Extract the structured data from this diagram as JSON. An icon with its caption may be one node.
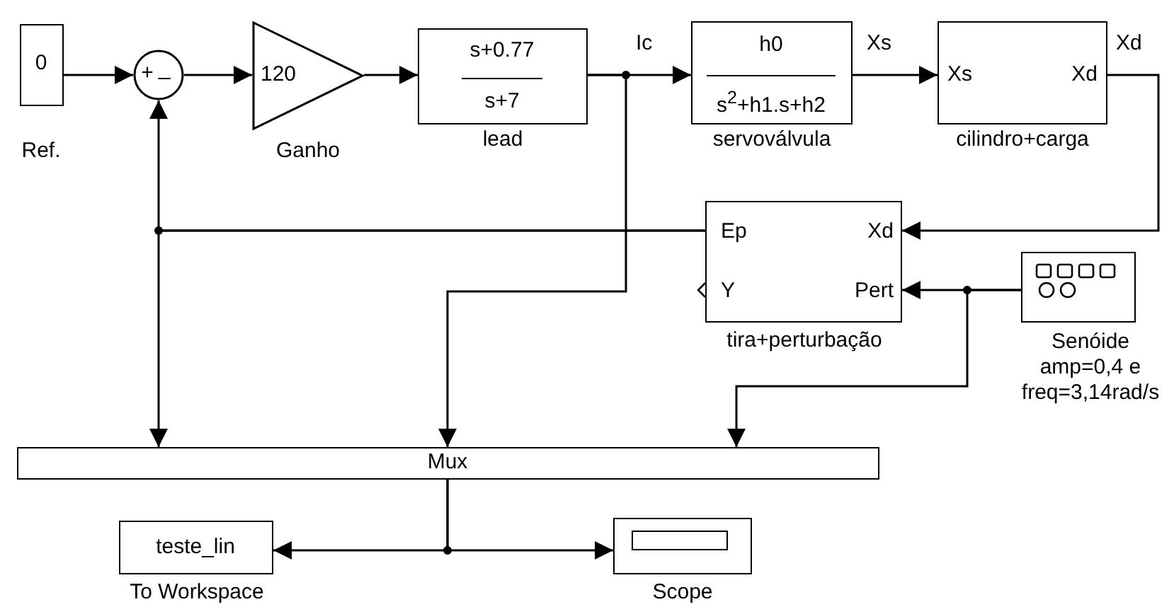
{
  "diagram": {
    "nodes": [
      {
        "text": [
          "0"
        ],
        "beside": [
          "Ref."
        ]
      },
      {
        "text": [
          "+",
          "_"
        ]
      },
      {
        "text": [
          "120"
        ],
        "beside": [
          "Ganho"
        ]
      },
      {
        "text": [
          "s+0.77",
          "s+7"
        ],
        "beside": [
          "lead"
        ]
      },
      {
        "text": [
          "h0",
          "s$^{2}$+h1.s+h2"
        ],
        "beside": [
          "servoválvula"
        ]
      },
      {
        "text": [
          "Xs",
          "Xd"
        ],
        "beside": [
          "cilindro+carga"
        ]
      },
      {
        "text": [
          "Ep",
          "Xd",
          "Y",
          "Pert"
        ],
        "beside": [
          "tira+perturbação"
        ]
      },
      {
        "text": [],
        "shape": "box",
        "beside": [
          "Senóide amp=0,4 e freq=3,14rad/s"
        ]
      },
      {
        "text": [
          "Mux"
        ]
      },
      {
        "text": [
          "teste_lin"
        ],
        "beside": [
          "To Workspace"
        ]
      },
      {
        "text": [],
        "shape": "box",
        "beside": [
          "Scope"
        ]
      }
    ],
    "edges": [
      {
        "from": 0,
        "to": 1,
        "arrow": "to"
      },
      {
        "from": 1,
        "to": 2,
        "arrow": "to"
      },
      {
        "from": 2,
        "to": 3,
        "arrow": "to"
      },
      {
        "from": 3,
        "to": 4,
        "arrow": "to",
        "label": "Ic"
      },
      {
        "from": 3,
        "to": 8,
        "arrow": "to"
      },
      {
        "from": 4,
        "to": 5,
        "arrow": "to",
        "label": "Xs"
      },
      {
        "from": 5,
        "to": 6,
        "arrow": "to",
        "label": "Xd"
      },
      {
        "from": 6,
        "to": 1,
        "arrow": "to"
      },
      {
        "from": 6,
        "to": 8,
        "arrow": "to"
      },
      {
        "from": 7,
        "to": 6,
        "arrow": "to"
      },
      {
        "from": 7,
        "to": 8,
        "arrow": "to"
      },
      {
        "from": 8,
        "to": 9,
        "arrow": "to"
      },
      {
        "from": 8,
        "to": 10,
        "arrow": "to"
      }
    ]
  }
}
